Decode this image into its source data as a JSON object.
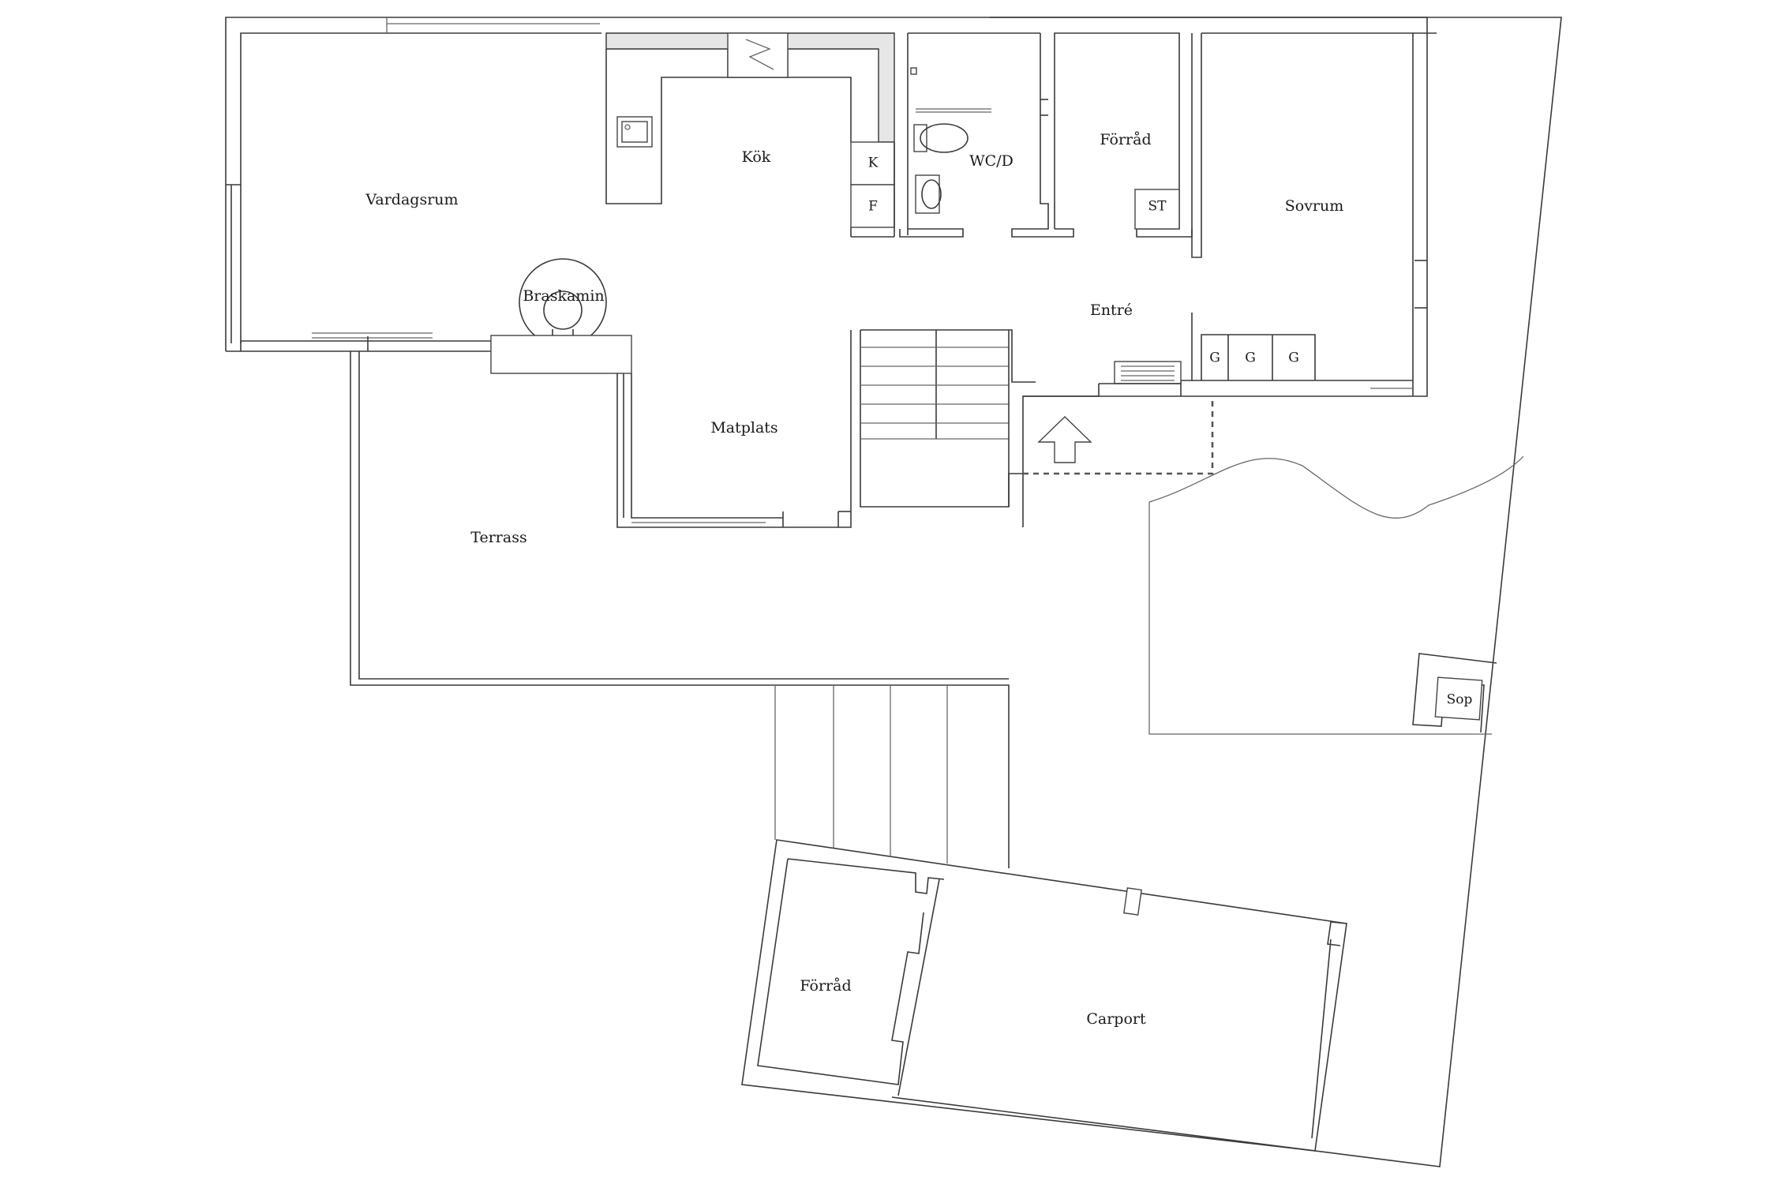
{
  "rooms": {
    "vardagsrum": "Vardagsrum",
    "kok": "Kök",
    "wc": "WC/D",
    "forrad_upper": "Förråd",
    "sovrum": "Sovrum",
    "braskamin": "Braskamin",
    "entre": "Entré",
    "matplats": "Matplats",
    "terrass": "Terrass",
    "forrad_lower": "Förråd",
    "carport": "Carport",
    "sop": "Sop"
  },
  "fixtures": {
    "kyl": "K",
    "frys": "F",
    "stad": "ST",
    "garderob": [
      "G",
      "G",
      "G"
    ]
  }
}
